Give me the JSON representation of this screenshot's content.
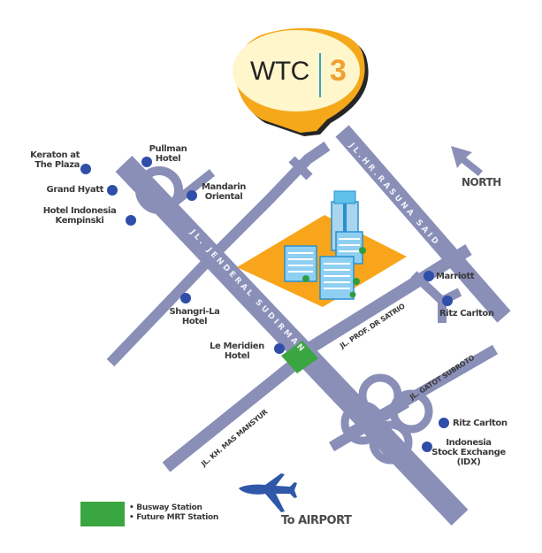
{
  "logo": {
    "name": "WTC",
    "number": "3",
    "separator_color": "#3aa7c0",
    "badge_fill": "#fff6cc",
    "badge_rim": "#f4a81a"
  },
  "colors": {
    "road": "#8a8fb8",
    "site": "#f9a51b",
    "station": "#3aa641",
    "poi_dot": "#2f4ea8",
    "label": "#3a3a3a"
  },
  "compass": {
    "label": "NORTH"
  },
  "roads": [
    {
      "id": "sudirman",
      "label": "JL. JENDERAL SUDIRMAN"
    },
    {
      "id": "rasuna",
      "label": "JL.HR.RASUNA SAID"
    },
    {
      "id": "satrio",
      "label": "JL. PROF. DR SATRIO"
    },
    {
      "id": "subroto",
      "label": "JL. GATOT SUBROTO"
    },
    {
      "id": "mansyur",
      "label": "JL. KH. MAS MANSYUR"
    }
  ],
  "pois": [
    {
      "id": "keraton",
      "lines": [
        "Keraton at",
        "The Plaza"
      ]
    },
    {
      "id": "pullman",
      "lines": [
        "Pullman",
        "Hotel"
      ]
    },
    {
      "id": "grand-hyatt",
      "lines": [
        "Grand Hyatt"
      ]
    },
    {
      "id": "mandarin",
      "lines": [
        "Mandarin",
        "Oriental"
      ]
    },
    {
      "id": "hotel-indonesia",
      "lines": [
        "Hotel Indonesia",
        "Kempinski"
      ]
    },
    {
      "id": "shangri-la",
      "lines": [
        "Shangri-La",
        "Hotel"
      ]
    },
    {
      "id": "le-meridien",
      "lines": [
        "Le Meridien",
        "Hotel"
      ]
    },
    {
      "id": "marriott",
      "lines": [
        "Marriott"
      ]
    },
    {
      "id": "ritz-carlton-1",
      "lines": [
        "Ritz Carlton"
      ]
    },
    {
      "id": "ritz-carlton-2",
      "lines": [
        "Ritz Carlton"
      ]
    },
    {
      "id": "idx",
      "lines": [
        "Indonesia",
        "Stock Exchange",
        "(IDX)"
      ]
    }
  ],
  "airport": {
    "label": "To AIRPORT"
  },
  "legend": {
    "items": [
      "• Busway Station",
      "• Future MRT Station"
    ]
  }
}
